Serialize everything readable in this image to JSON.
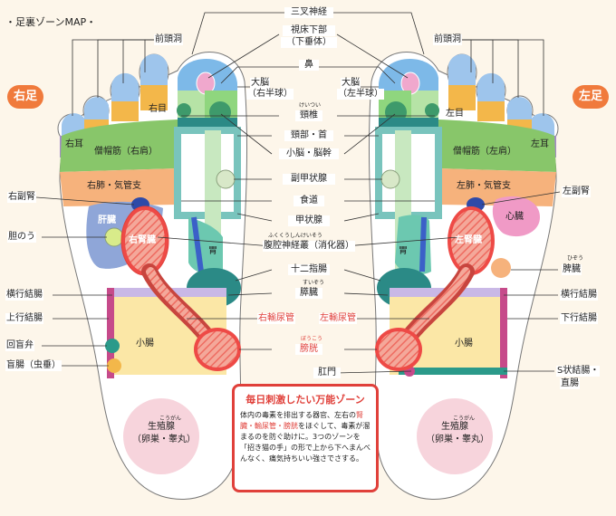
{
  "page_title": "・足裏ゾーンMAP・",
  "sides": {
    "right": "右足",
    "left": "左足"
  },
  "labels": {
    "sanshashinkei": "三叉神経",
    "shishoukabu": "視床下部",
    "kasuitai": "（下垂体）",
    "hana": "鼻",
    "zentoudou": "前頭洞",
    "dainou": "大脳",
    "migi_hankyuu": "（右半球）",
    "hidari_hankyuu": "（左半球）",
    "keitsui": "頸椎",
    "keibu_kubi": "頸部・首",
    "shounou_noukan": "小脳・脳幹",
    "fukukoujousen": "副甲状腺",
    "shokudou": "食道",
    "koujousen": "甲状腺",
    "fukukou": "腹腔神経叢（消化器）",
    "juunishichou": "十二指腸",
    "suizou": "膵臓",
    "migi_nyounyoukan": "右輸尿管",
    "hidari_nyounyoukan": "左輸尿管",
    "boukou": "膀胱",
    "koumon": "肛門",
    "migime": "右目",
    "hidarime": "左目",
    "migimimi": "右耳",
    "hidarimimi": "左耳",
    "soubou_migi": "僧帽筋（右肩）",
    "soubou_hidari": "僧帽筋（左肩）",
    "migihai": "右肺・気管支",
    "hidarihai": "左肺・気管支",
    "migifukujin": "右副腎",
    "hidarifukujin": "左副腎",
    "kanzou": "肝臓",
    "tannou": "胆のう",
    "migijinzou": "右腎臓",
    "hidarijinzou": "左腎臓",
    "shinzou": "心臓",
    "hizou": "脾臓",
    "i": "胃",
    "oukou": "横行結腸",
    "joukou": "上行結腸",
    "kaikou": "回盲弁",
    "mouchou": "盲腸（虫垂）",
    "shouchou": "小腸",
    "kakou": "下行結腸",
    "sjou": "S状結腸・",
    "chokuchou": "直腸",
    "seishokusen": "生殖腺",
    "rankan": "（卵巣・睾丸）"
  },
  "furigana": {
    "keitsui": "けいつい",
    "fukukou": "ふくくうしんけいそう",
    "suizou": "すいぞう",
    "boukou": "ぼうこう",
    "hizou": "ひぞう",
    "kougan": "こうがん"
  },
  "callout": {
    "title": "毎日刺激したい万能ゾーン",
    "body_1": "体内の毒素を排出する器官、左右の",
    "body_hl": "腎臓・輸尿管・膀胱",
    "body_2": "をほぐして、毒素が溜まるのを防ぐ助けに。3つのゾーンを「招き猫の手」の形で上から下へまんべんなく、痛気持ちいい強さでさする。"
  },
  "colors": {
    "background": "#fdf6ea",
    "accent_red": "#e0403a",
    "orange": "#f07a3c",
    "sole": "#ffffff"
  }
}
